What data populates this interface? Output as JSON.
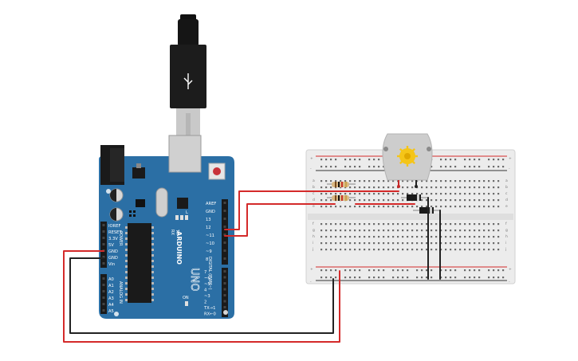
{
  "arduino": {
    "brand": "ARDUINO",
    "model": "UNO",
    "on_label": "ON",
    "l_label": "L",
    "tx_label": "TX",
    "rx_label": "RX",
    "digital_label": "DIGITAL (PWM~)",
    "analog_label": "ANALOG IN",
    "power_label": "POWER",
    "power_pins": [
      "IOREF",
      "RESET",
      "3.3V",
      "5V",
      "GND",
      "GND",
      "Vin"
    ],
    "analog_pins": [
      "A0",
      "A1",
      "A2",
      "A3",
      "A4",
      "A5"
    ],
    "digital_pins_top": [
      "AREF",
      "GND",
      "13",
      "12",
      "~11",
      "~10",
      "~9",
      "8"
    ],
    "digital_pins_bottom": [
      "7",
      "~6",
      "~5",
      "4",
      "~3",
      "2",
      "TX→1",
      "RX←0"
    ]
  },
  "breadboard": {
    "top_rails": [
      "+",
      "-"
    ],
    "bottom_rails": [
      "+",
      "-"
    ],
    "row_letters_top": [
      "a",
      "b",
      "c",
      "d",
      "e"
    ],
    "row_letters_bottom": [
      "f",
      "g",
      "h",
      "i",
      "j"
    ]
  },
  "colors": {
    "board": "#2b6fa5",
    "wire_red": "#d42a2a",
    "wire_black": "#222222",
    "breadboard": "#ececec",
    "motor_shaft": "#f5c518"
  }
}
